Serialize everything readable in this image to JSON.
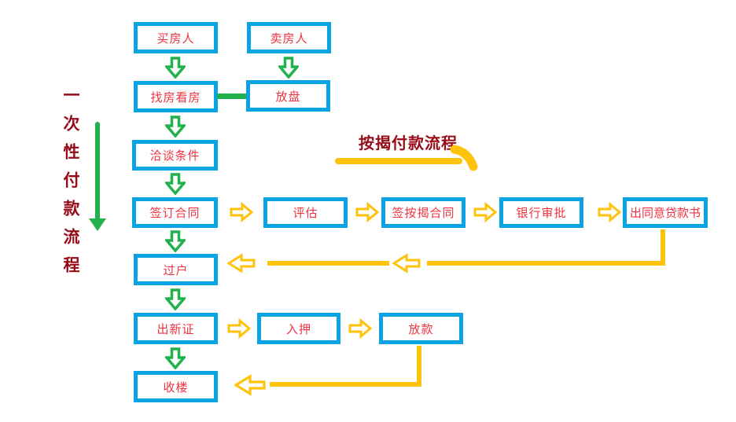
{
  "diagram": {
    "left_flow_label": "一次性付款流程",
    "mortgage_flow_label": "按揭付款流程"
  },
  "nodes": {
    "buyer": "买房人",
    "seller": "卖房人",
    "find_house": "找房看房",
    "listing": "放盘",
    "negotiate": "洽谈条件",
    "sign_contract": "签订合同",
    "appraisal": "评估",
    "mortgage_contract": "签按揭合同",
    "bank_approval": "银行审批",
    "loan_letter": "出同意贷款书",
    "transfer": "过户",
    "new_certificate": "出新证",
    "pledge": "入押",
    "loan_release": "放款",
    "handover": "收楼"
  },
  "flows": {
    "one_time_payment": [
      "买房人",
      "找房看房",
      "洽谈条件",
      "签订合同",
      "过户",
      "出新证",
      "收楼"
    ],
    "seller_branch": [
      "卖房人",
      "放盘",
      "找房看房"
    ],
    "mortgage_payment": [
      "签订合同",
      "评估",
      "签按揭合同",
      "银行审批",
      "出同意贷款书",
      "过户"
    ],
    "mortgage_payment_tail": [
      "出新证",
      "入押",
      "放款",
      "收楼"
    ]
  },
  "colors": {
    "box_border": "#0aa3e3",
    "box_text": "#ee3340",
    "heading_red": "#960b17",
    "flow_green": "#22b14c",
    "flow_yellow": "#ffc30b"
  }
}
